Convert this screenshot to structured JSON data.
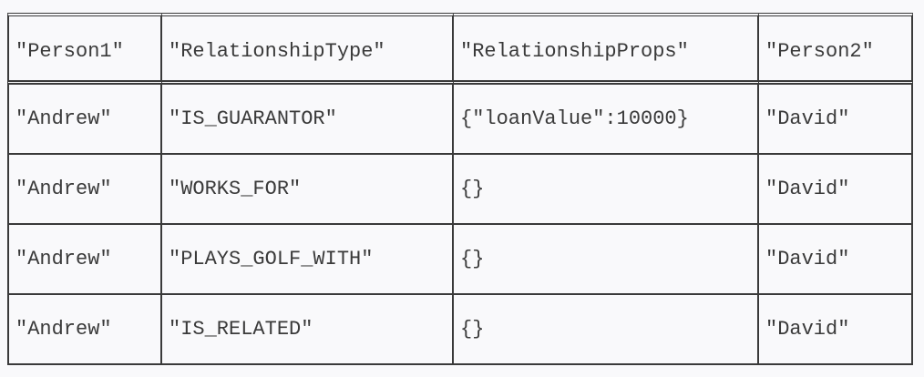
{
  "table": {
    "columns": [
      "\"Person1\"",
      "\"RelationshipType\"",
      "\"RelationshipProps\"",
      "\"Person2\""
    ],
    "rows": [
      [
        "\"Andrew\"",
        "\"IS_GUARANTOR\"",
        "{\"loanValue\":10000}",
        "\"David\""
      ],
      [
        "\"Andrew\"",
        "\"WORKS_FOR\"",
        "{}",
        "\"David\""
      ],
      [
        "\"Andrew\"",
        "\"PLAYS_GOLF_WITH\"",
        "{}",
        "\"David\""
      ],
      [
        "\"Andrew\"",
        "\"IS_RELATED\"",
        "{}",
        "\"David\""
      ]
    ]
  }
}
